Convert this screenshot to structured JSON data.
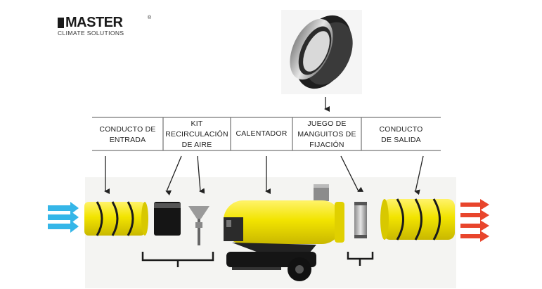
{
  "logo": {
    "main": "MASTER",
    "registered": "®",
    "sub": "CLIMATE SOLUTIONS"
  },
  "labels": {
    "inlet_duct": "CONDUCTO DE\nENTRADA",
    "recirculation_kit": "KIT\nRECIRCULACIÓN\nDE AIRE",
    "heater": "CALENTADOR",
    "clamp_set": "JUEGO DE\nMANGUITOS DE\nFIJACIÓN",
    "outlet_duct": "CONDUCTO\nDE SALIDA"
  },
  "colors": {
    "duct_yellow": "#f2e400",
    "inlet_arrows": "#35b6e8",
    "outlet_arrows": "#e8452c",
    "line": "#222222"
  }
}
